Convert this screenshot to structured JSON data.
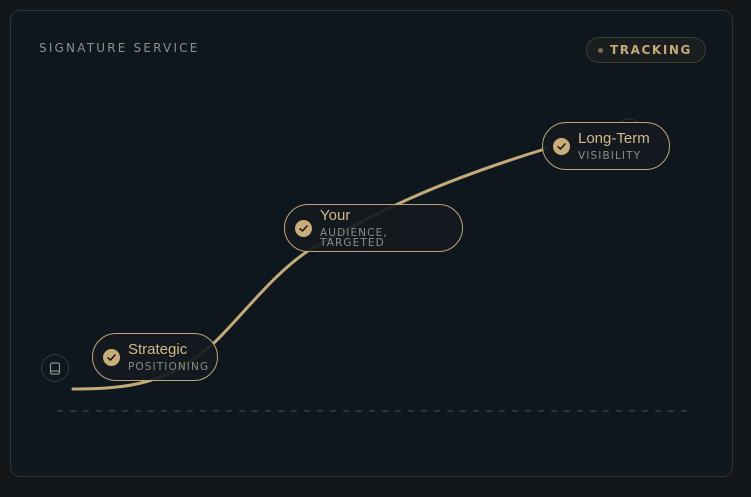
{
  "card": {
    "title": "SIGNATURE SERVICE",
    "status": "TRACKING"
  },
  "milestones": [
    {
      "title": "Strategic",
      "subtitle": "POSITIONING",
      "completed": true
    },
    {
      "title": "Your",
      "subtitle": "AUDIENCE, TARGETED",
      "completed": true
    },
    {
      "title": "Long-Term",
      "subtitle": "VISIBILITY",
      "completed": true
    }
  ],
  "icons": {
    "start": "book-icon",
    "milestone": "check-circle-icon",
    "status": "dot-icon"
  },
  "colors": {
    "background": "#0e171e",
    "accent": "#c9ae7a",
    "muted_text": "#8d8f8c",
    "border": "#2e353b"
  }
}
